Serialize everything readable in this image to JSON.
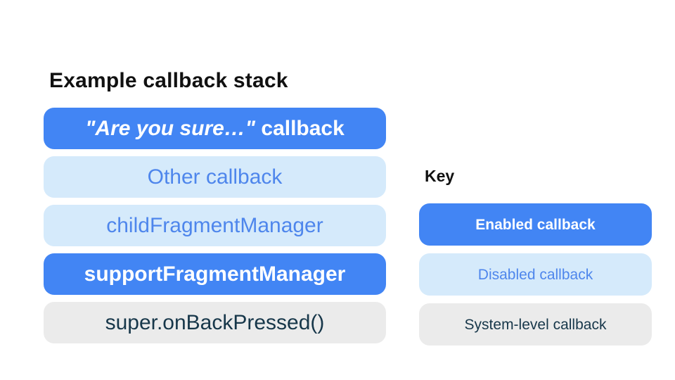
{
  "stack": {
    "title": "Example callback stack",
    "items": [
      {
        "quote": "\"Are you sure…\"",
        "rest": " callback",
        "type": "enabled"
      },
      {
        "label": "Other callback",
        "type": "disabled"
      },
      {
        "label": "childFragmentManager",
        "type": "disabled"
      },
      {
        "label": "supportFragmentManager",
        "type": "enabled"
      },
      {
        "label": "super.onBackPressed()",
        "type": "system"
      }
    ]
  },
  "key": {
    "title": "Key",
    "items": [
      {
        "label": "Enabled callback",
        "type": "enabled"
      },
      {
        "label": "Disabled callback",
        "type": "disabled"
      },
      {
        "label": "System-level callback",
        "type": "system"
      }
    ]
  },
  "colors": {
    "background": "#FFFFFF",
    "enabled_bg": "#4285F4",
    "enabled_text": "#FFFFFF",
    "disabled_bg": "#D5EAFB",
    "disabled_text": "#4E86EC",
    "system_bg": "#EBEBEB",
    "system_text": "#17374A",
    "heading_text": "#111111"
  }
}
